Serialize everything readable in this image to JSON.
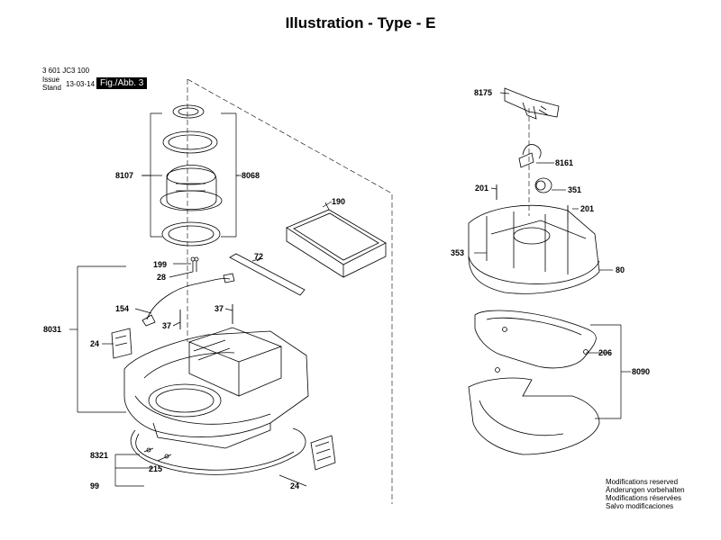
{
  "header": {
    "title": "Illustration - Type - E",
    "doc_number": "3 601 JC3 100",
    "issue_label": "Issue",
    "stand_label": "Stand",
    "issue_date": "13-03-14",
    "fig_label": "Fig./Abb. 3"
  },
  "footer": {
    "modifications": [
      "Modifications reserved",
      "Änderungen vorbehalten",
      "Modifications réservées",
      "Salvo modificaciones"
    ]
  },
  "parts": {
    "p8107": "8107",
    "p8068": "8068",
    "p190": "190",
    "p72": "72",
    "p199": "199",
    "p28": "28",
    "p8031": "8031",
    "p154": "154",
    "p37a": "37",
    "p37b": "37",
    "p24a": "24",
    "p8321": "8321",
    "p215": "215",
    "p99": "99",
    "p24b": "24",
    "p8175": "8175",
    "p8161": "8161",
    "p201a": "201",
    "p351": "351",
    "p201b": "201",
    "p353": "353",
    "p80": "80",
    "p206": "206",
    "p8090": "8090"
  }
}
